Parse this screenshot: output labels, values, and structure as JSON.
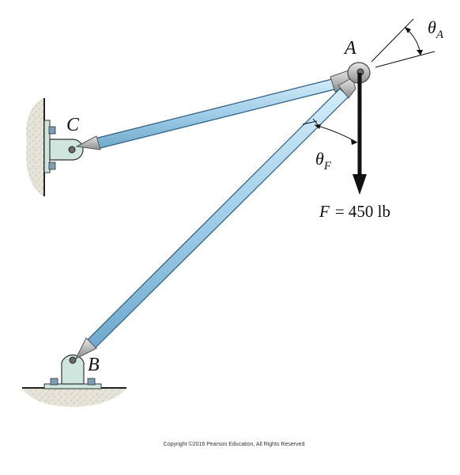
{
  "points": {
    "A": "A",
    "B": "B",
    "C": "C"
  },
  "angles": {
    "theta_A": {
      "symbol": "θ",
      "subscript": "A"
    },
    "theta_F": {
      "symbol": "θ",
      "subscript": "F"
    }
  },
  "force": {
    "symbol": "F",
    "equals": "= 450 lb"
  },
  "copyright": "Copyright ©2016 Pearson Education, All Rights Reserved",
  "colors": {
    "member_fill": "#a8d3ec",
    "member_stroke": "#2a5d80",
    "bracket_fill": "#cfe6df",
    "ground_fill": "#e4e1d6",
    "force_arrow": "#111111"
  }
}
